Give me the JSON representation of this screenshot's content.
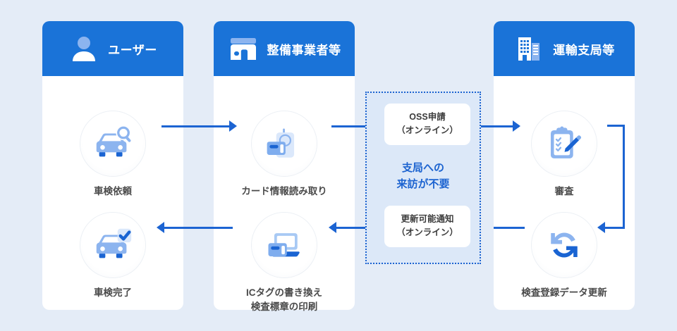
{
  "page": {
    "background": "#e4ecf7",
    "accent": "#1a73d8",
    "accent_dark": "#1c63d0",
    "icon_light": "#8cb4ef",
    "icon_pale": "#dbe8fb"
  },
  "columns": [
    {
      "id": "user",
      "header": {
        "title": "ユーザー",
        "icon": "person-icon"
      },
      "steps": [
        {
          "icon": "car-inspection-request-icon",
          "label": "車検依頼"
        },
        {
          "icon": "car-inspection-complete-icon",
          "label": "車検完了"
        }
      ]
    },
    {
      "id": "maintenance-provider",
      "header": {
        "title": "整備事業者等",
        "icon": "garage-icon"
      },
      "steps": [
        {
          "icon": "card-reader-icon",
          "label": "カード情報読み取り"
        },
        {
          "icon": "ic-tag-laptop-icon",
          "label": "ICタグの書き換え\n検査標章の印刷",
          "label_line1": "ICタグの書き換え",
          "label_line2": "検査標章の印刷"
        }
      ]
    },
    {
      "id": "transport-bureau",
      "header": {
        "title": "運輸支局等",
        "icon": "office-building-icon"
      },
      "steps": [
        {
          "icon": "clipboard-review-icon",
          "label": "審査"
        },
        {
          "icon": "data-refresh-icon",
          "label": "検査登録データ更新"
        }
      ]
    }
  ],
  "online_zone": {
    "top_box": {
      "line1": "OSS申請",
      "line2": "（オンライン）"
    },
    "bottom_box": {
      "line1": "更新可能通知",
      "line2": "（オンライン）"
    },
    "highlight": {
      "line1": "支局への",
      "line2": "来訪が不要"
    },
    "border_style": "dotted",
    "border_color": "#1c63d0",
    "fill": "#dce8f8"
  },
  "arrows": [
    {
      "name": "arrow-user-to-provider",
      "direction": "right"
    },
    {
      "name": "arrow-provider-to-oss",
      "direction": "right"
    },
    {
      "name": "arrow-oss-to-bureau",
      "direction": "right"
    },
    {
      "name": "arrow-review-to-update",
      "direction": "loop-down-left"
    },
    {
      "name": "arrow-update-to-notice",
      "direction": "left"
    },
    {
      "name": "arrow-notice-to-provider",
      "direction": "left"
    },
    {
      "name": "arrow-provider-to-user",
      "direction": "left"
    }
  ]
}
